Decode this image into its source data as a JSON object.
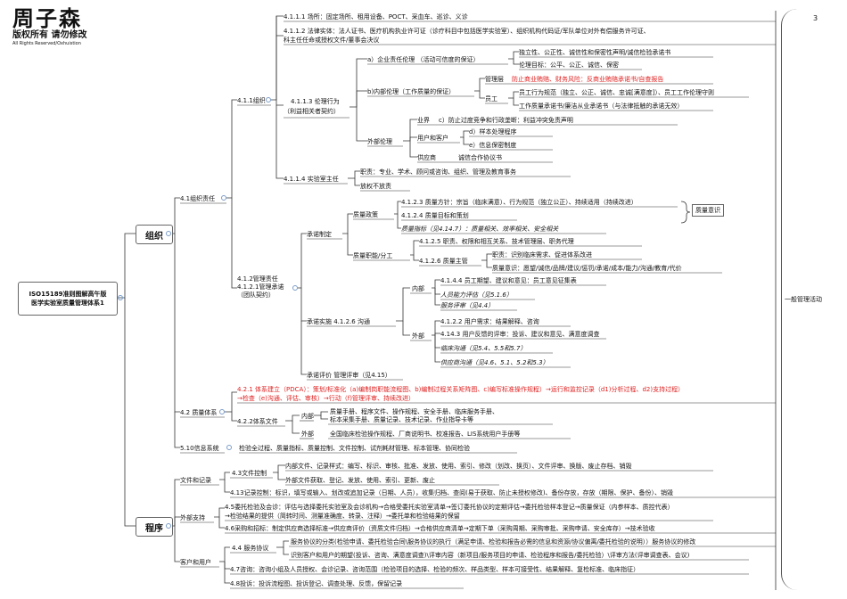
{
  "logo": {
    "title": "周子森",
    "line1": "版权所有 请勿修改",
    "line2": "All Rights Reserved/Oxhuistion"
  },
  "page_number": "3",
  "root_lines": [
    "ISO15189准则图解高午版",
    "医学实验室质量管理体系1"
  ],
  "nodes": {
    "org": "组织",
    "proc": "程序",
    "n_4_1": "4.1组织责任",
    "n_4_1_1": "4.1.1组织",
    "n_4_1_1_1": "4.1.1.1 场所：固定场所、租用设备、POCT、采血车、巡诊、义诊",
    "n_4_1_1_2a": "4.1.1.2 法律实体：法人证书、医疗机构执业许可证（诊疗科目中包括医学实验室）、组织机构代码证/军队单位对外有偿服务许可证、",
    "n_4_1_1_2b": "科主任任命或授权文件/董事会决议",
    "n_4_1_1_3a": "4.1.1.3 伦理行为",
    "n_4_1_1_3b": "（利益相关者契约）",
    "ea": "a）企业责任伦理 （活动可信度的保证）",
    "ea1": "独立性、公正性、诚信性和保密性声明/诚信检验承诺书",
    "ea2": "伦理目标：公平、公正、诚信、保密",
    "eb": "b)内部伦理（工作质量的保证）",
    "mgr": "管理层",
    "mgr1": "防止商业贿赂、财务风险：反商业贿赂承诺书/自查报告",
    "staff": "员工",
    "staff1": "员工行为规范（独立、公正、诚信、忠诚[满意度]）、员工工作伦理守则",
    "staff2": "工作质量承诺书/廉洁从业承诺书（与法律抵触的承诺无效）",
    "ext": "外部伦理",
    "ind": "业界",
    "ind1": "c）防止过度竞争和行政垄断：利益冲突免责声明",
    "cust": "用户和客户",
    "cust1": "d）样本处理程序",
    "cust2": "e）信息保密制度",
    "supp": "供应商",
    "supp1": "诚信合作协议书",
    "n_4_1_1_4": "4.1.1.4 实验室主任",
    "dir1": "职责：专业、学术、顾问或咨询、组织、管理及教育事务",
    "dir2": "放权不放责",
    "n_4_1_2a": "4.1.2管理责任",
    "n_4_1_2b": "4.1.2.1管理承诺",
    "n_4_1_2c": "（团队契约）",
    "commit_set": "承诺制定",
    "qpol": "质量政策",
    "qpol1": "4.1.2.3 质量方针：宗旨（临床满意）、行为规范（独立公正）、持续适用（持续改进）",
    "qpol2": "4.1.2.4 质量目标和策划",
    "qpol3": "质量指标（见4.14.7）：质量相关、效率相关、安全相关",
    "qrole": "质量职能/分工",
    "qrole1": "4.1.2.5 职责、权限和相互关系、技术管理层、职务代理",
    "qmgr": "4.1.2.6 质量主管",
    "qmgr1": "职责：识别临床需求、促进体系改进",
    "qmgr2": "质量意识：愿望/诚信/品牌/建议/惩罚/承诺/成本/能力/沟通/教育/代价",
    "callout": "质量意识",
    "commit_impl": "承诺实施 4.1.2.6 沟通",
    "internal": "内部",
    "int1": "4.1.4.4 员工期望、建议和意见：员工意见征集表",
    "int2": "人员能力评估（见5.1.6）",
    "int3": "服务评审（见4.4）",
    "external": "外部",
    "ext1": "4.1.2.2 用户需求：结果解释、咨询",
    "ext2": "4.14.3 用户反馈的评审：投诉、建议和意见、满意度调查",
    "ext3": "临床沟通（见5.4、5.5和5.7）",
    "ext4": "供应商沟通（见4.6、5.1、5.2和5.3）",
    "commit_eval": "承诺评价 管理评审（见4.15）",
    "n_4_2": "4.2 质量体系",
    "n_4_2_1a": "4.2.1 体系建立（PDCA）：策划/标准化（a)编制岗职能流程图、b)编制过程关系矩阵图、c)编写标准操作规程）→运行和监控记录（d1)分析过程、d2)支持过程）",
    "n_4_2_1b": "→检查（e)沟通、评估、审核）→行动（f)管理评审、持续改进）",
    "n_4_2_2": "4.2.2体系文件",
    "doc_int": "内部",
    "doc_int1": "质量手册、程序文件、操作规程、安全手册、临床服务手册、",
    "doc_int2": "标本采集手册、质量记录、技术记录、作业指导卡等",
    "doc_ext": "外部",
    "doc_ext1": "全国临床检验操作规程、厂商说明书、校准报告、LIS系统用户手册等",
    "n_5_10": "5.10信息系统",
    "n_5_10_1": "检验全过程、质量指标、质量控制、文件控制、试剂耗材管理、标本管理、协同检验",
    "docrec": "文件和记录",
    "n_4_3": "4.3文件控制",
    "n_4_3_1": "内部文件、记录样式：编写、标识、审核、批准、发放、使用、索引、修改（划改、换页）、文件评审、换版、废止存档、销毁",
    "n_4_3_2": "外部文件获取、登记、发放、使用、索引、更新、废止",
    "n_4_13": "4.13记录控制：标识，填写或输入、划改或追加记录（日期、人员），收集归档、查阅(易于获取、防止未授权修改)、备份存放，存放（期限、保护、备份）、销毁",
    "outsup": "外部支持",
    "n_4_5a": "4.5委托检验及会诊：评估与选择委托实验室及会诊机构→合格受委托实验室清单→签订委托协议的定期评估→委托检验样本登记→质量保证（内参样本、质控代表）",
    "n_4_5b": "→检验结果的提供（简转时间、测量准确度、转录、注释）→委托单和检验结果的保留",
    "n_4_6": "4.6采购和招标：制定供应商选择标准→供应商评价（资质文件归档）→合格供应商清单→定期下单（采购周期、采购审批、采购申请、安全库存）→技术验收",
    "custuser": "客户和用户",
    "n_4_4": "4.4 服务协议",
    "n_4_4_1": "服务协议的分类(检验申请、委托检验合同\\服务协议的执行（满足申请、检验和报告必需的信息和资源/协议偏离/委托检验的说明））服务协议的修改",
    "n_4_4_2": "识别客户和用户的期望(投诉、咨询、满意度调查)\\评审内容（新项目/服务项目的申请、检验程序和报告/委托检验）\\评审方法(评审调查表、会议)",
    "n_4_7": "4.7咨询：咨询小组及人员授权、会诊记录、咨询范围（检验项目的选择、检验的频次、样品类型、样本可接受性、结果解释、复检标准、临床指征）",
    "n_4_8": "4.8投诉：投诉流程图、投诉登记、调查处理、反馈，保留记录"
  },
  "right_label": "一般管理活动",
  "colors": {
    "red": "#e02020",
    "line": "#333333"
  }
}
